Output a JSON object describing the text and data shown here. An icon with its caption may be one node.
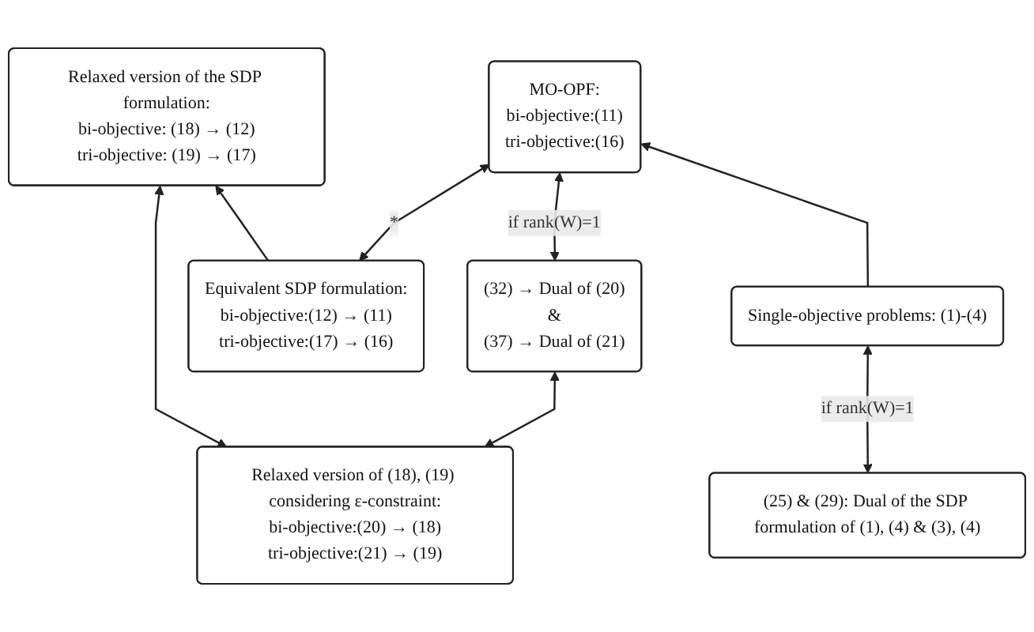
{
  "diagram": {
    "nodes": [
      {
        "text": [
          "Relaxed version of (18), (19) considering ε-constraint:",
          "bi-objective:(20) → (18)",
          "tri-objective:(21) → (19)"
        ]
      },
      {
        "text": [
          "Relaxed version of the SDP formulation:",
          "bi-objective: (18) → (12)",
          "tri-objective: (19) → (17)"
        ]
      },
      {
        "text": [
          "Equivalent SDP formulation:",
          "bi-objective:(12) → (11)",
          "tri-objective:(17) → (16)"
        ]
      },
      {
        "text": [
          "(32) → Dual of (20)",
          "&",
          "(37) → Dual of (21)"
        ]
      },
      {
        "text": [
          "MO-OPF:",
          "bi-objective:(11)",
          "tri-objective:(16)"
        ]
      },
      {
        "text": [
          "(25) & (29): Dual of the SDP formulation of (1), (4) & (3), (4)"
        ]
      },
      {
        "text": [
          "Single-objective problems: (1)-(4)"
        ]
      }
    ],
    "edges": [
      {
        "from": 0,
        "to": 1,
        "arrow": "both"
      },
      {
        "from": 0,
        "to": 3,
        "arrow": "both"
      },
      {
        "from": 2,
        "to": 1,
        "arrow": "to"
      },
      {
        "from": 2,
        "to": 4,
        "arrow": "both",
        "label": "*"
      },
      {
        "from": 3,
        "to": 4,
        "arrow": "both",
        "label": "if rank(W)=1"
      },
      {
        "from": 5,
        "to": 6,
        "arrow": "both",
        "label": "if rank(W)=1"
      },
      {
        "from": 6,
        "to": 4,
        "arrow": "to"
      }
    ]
  }
}
